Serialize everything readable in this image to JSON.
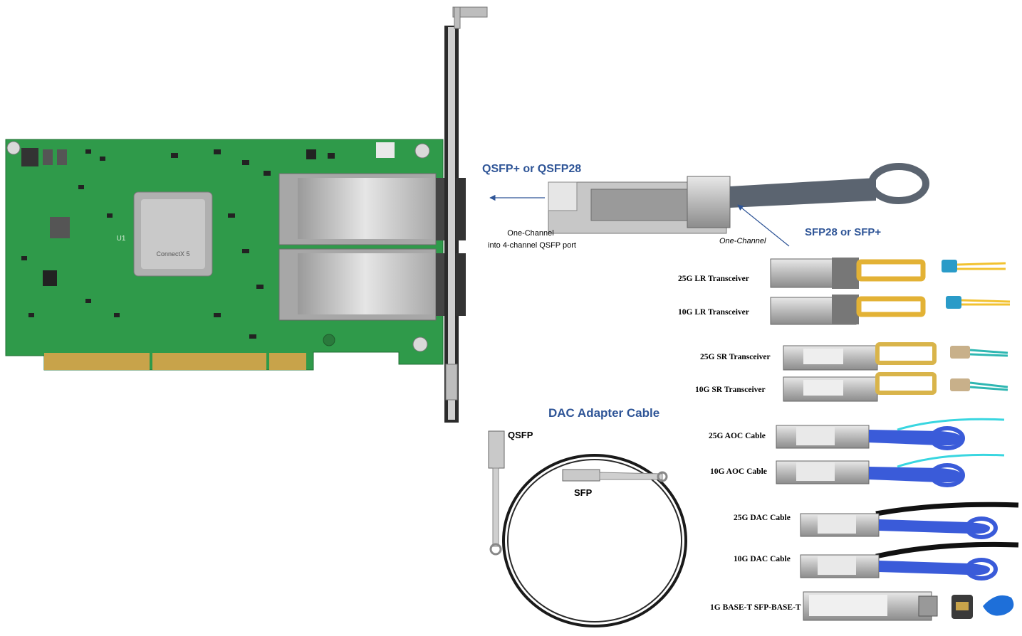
{
  "titles": {
    "qsfp_port": "QSFP+ or QSFP28",
    "sfp_port": "SFP28 or SFP+",
    "dac_adapter": "DAC Adapter Cable"
  },
  "adapter_notes": {
    "line1": "One-Channel",
    "line2": "into 4-channel  QSFP port",
    "one_channel": "One-Channel"
  },
  "dac_cable_ends": {
    "qsfp": "QSFP",
    "sfp": "SFP"
  },
  "modules": [
    {
      "label": "25G LR Transceiver"
    },
    {
      "label": "10G LR Transceiver"
    },
    {
      "label": "25G SR Transceiver"
    },
    {
      "label": "10G SR Transceiver"
    },
    {
      "label": "25G AOC Cable"
    },
    {
      "label": "10G AOC Cable"
    },
    {
      "label": "25G DAC Cable"
    },
    {
      "label": "10G DAC Cable"
    },
    {
      "label": "1G BASE-T  SFP-BASE-T"
    }
  ],
  "card_silk": {
    "chip": "ConnectX 5",
    "u1": "U1"
  },
  "colors": {
    "pcb": "#2f9a4a",
    "title_blue": "#2f5597",
    "arrow_blue": "#2f5597",
    "aoc_cable": "#39d6e0",
    "pull_tab_blue": "#3a5bd9",
    "pull_tab_yellow": "#e3b235"
  }
}
